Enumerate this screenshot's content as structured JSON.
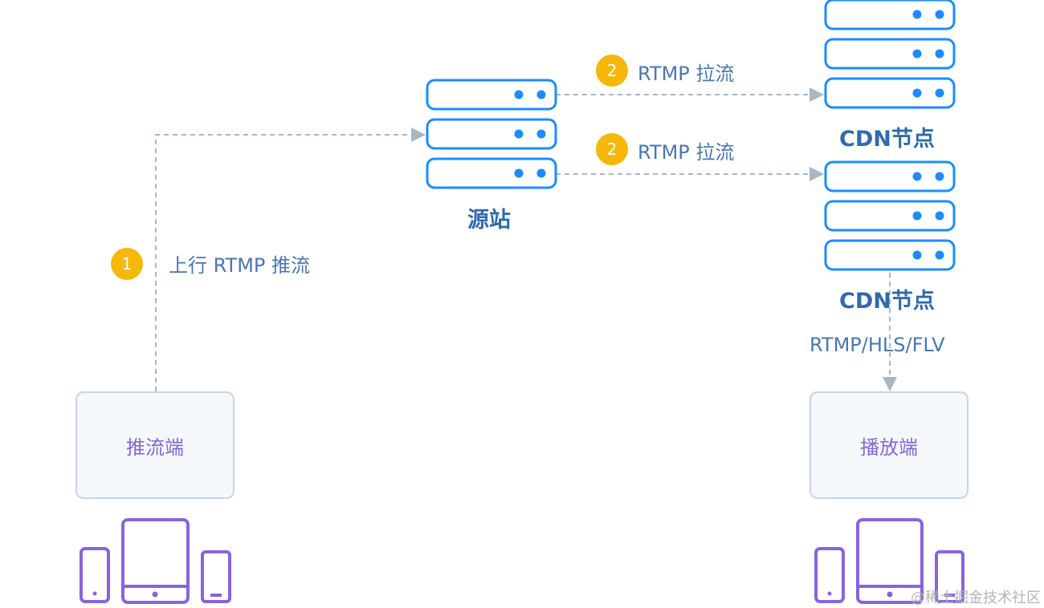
{
  "origin": {
    "label": "源站"
  },
  "cdn_nodes": [
    {
      "label": "CDN节点"
    },
    {
      "label": "CDN节点"
    }
  ],
  "steps": {
    "push": {
      "number": "1",
      "label": "上行 RTMP 推流"
    },
    "pull_top": {
      "number": "2",
      "label": "RTMP 拉流"
    },
    "pull_bottom": {
      "number": "2",
      "label": "RTMP 拉流"
    }
  },
  "protocols": "RTMP/HLS/FLV",
  "pusher": {
    "label": "推流端"
  },
  "player": {
    "label": "播放端"
  },
  "watermark": "@稀土掘金技术社区",
  "colors": {
    "server_stroke": "#1a8cff",
    "server_dot": "#1a8cff",
    "connector": "#a9b6c4",
    "badge": "#f5b70a",
    "device_stroke": "#8b62de",
    "client_text": "#8466d6",
    "label_text": "#4a77b4"
  }
}
